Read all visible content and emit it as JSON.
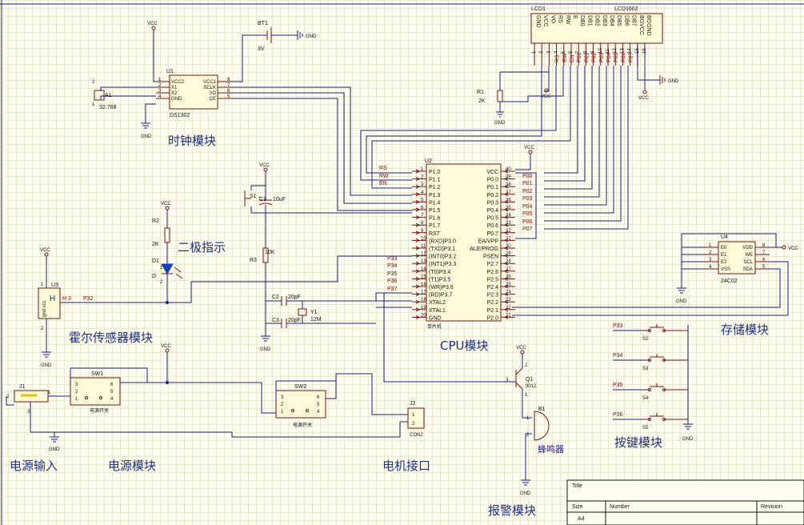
{
  "modules": {
    "clock": "时钟模块",
    "diode": "二极指示",
    "hall": "霍尔传感器模块",
    "cpu": "CPU模块",
    "storage": "存储模块",
    "power_input": "电源输入",
    "power": "电源模块",
    "motor": "电机接口",
    "keys": "按键模块",
    "alarm": "报警模块"
  },
  "nets": {
    "vcc": "VCC",
    "gnd": "GND",
    "rs": "RS",
    "rw": "RW",
    "en": "EN",
    "p00": "P00",
    "p01": "P01",
    "p02": "P02",
    "p03": "P03",
    "p04": "P04",
    "p05": "P05",
    "p06": "P06",
    "p07": "P07",
    "p32": "P32",
    "p33": "P33",
    "p34": "P34",
    "p35": "P35",
    "p36": "P36",
    "p37": "P37",
    "h3": "H 3"
  },
  "lcd": {
    "ref": "LCD1",
    "part": "LCD1602",
    "pins": [
      "GND",
      "VCC",
      "VO",
      "RS",
      "RW",
      "E",
      "DB0",
      "DB1",
      "DB2",
      "DB3",
      "DB4",
      "DB5",
      "DB6",
      "DB7",
      "BGVCC",
      "BGGND"
    ],
    "pin_numbers": [
      "1",
      "2",
      "3",
      "4",
      "5",
      "6",
      "7",
      "8",
      "9",
      "10",
      "11",
      "12",
      "13",
      "14",
      "15",
      "16"
    ],
    "nets": [
      "",
      "",
      "",
      "RS",
      "RW",
      "EN",
      "P00",
      "P01",
      "P02",
      "P03",
      "P04",
      "P05",
      "P06",
      "P07",
      "",
      ""
    ]
  },
  "rtc": {
    "ref": "U1",
    "part": "DS1302",
    "left_pins": [
      "VCC2",
      "X1",
      "X2",
      "GND"
    ],
    "left_nums": [
      "1",
      "2",
      "3",
      "4"
    ],
    "right_pins": [
      "VCC1",
      "SCLK",
      "I/O",
      "CE"
    ],
    "right_nums": [
      "8",
      "7",
      "6",
      "5"
    ]
  },
  "crystal_a1": {
    "ref": "A1",
    "value": "32.768",
    "pin1": "1",
    "pin2": "2"
  },
  "battery": {
    "ref": "BT1",
    "value": "3V"
  },
  "r1": {
    "ref": "R1",
    "value": "2K"
  },
  "r2": {
    "ref": "R2",
    "value": "2K"
  },
  "r3": {
    "ref": "R3",
    "value": "10K"
  },
  "d1": {
    "ref": "D1",
    "name": "D",
    "pin1": "1",
    "pin2": "2"
  },
  "s1": {
    "ref": "S1"
  },
  "c1": {
    "ref": "C1",
    "value": "10uF",
    "plus": "+"
  },
  "c2": {
    "ref": "C2",
    "value": "20pF"
  },
  "c3": {
    "ref": "C3",
    "value": "20pF"
  },
  "y1": {
    "ref": "Y1",
    "value": "12M"
  },
  "mcu": {
    "ref": "U2",
    "part": "单片机",
    "left_pins": [
      "P1.0",
      "P1.1",
      "P1.2",
      "P1.3",
      "P1.4",
      "P1.5",
      "P1.6",
      "P1.7",
      "RST",
      "(RXD)P3.0",
      "(TXD)P3.1",
      "(INT0)P3.2",
      "(INT1)P3.3",
      "(T0)P3.4",
      "(T1)P3.5",
      "(WR)P3.6",
      "(RD)P3.7",
      "XTAL2",
      "XTAL1",
      "GND"
    ],
    "left_nums": [
      "1",
      "2",
      "3",
      "4",
      "5",
      "6",
      "7",
      "8",
      "9",
      "10",
      "11",
      "12",
      "13",
      "14",
      "15",
      "16",
      "17",
      "18",
      "19",
      "20"
    ],
    "right_pins": [
      "VCC",
      "P0.0",
      "P0.1",
      "P0.2",
      "P0.3",
      "P0.4",
      "P0.5",
      "P0.6",
      "P0.7",
      "EA/VPP",
      "ALE/PROG",
      "PSEN",
      "P2.7",
      "P2.6",
      "P2.5",
      "P2.4",
      "P2.3",
      "P2.2",
      "P2.1",
      "P2.0"
    ],
    "right_nums": [
      "40",
      "39",
      "38",
      "37",
      "36",
      "35",
      "34",
      "33",
      "32",
      "31",
      "30",
      "29",
      "28",
      "27",
      "26",
      "25",
      "24",
      "23",
      "22",
      "21"
    ]
  },
  "eeprom": {
    "ref": "U4",
    "part": "24C02",
    "left_pins": [
      "E0",
      "E1",
      "E2",
      "VSS"
    ],
    "left_nums": [
      "1",
      "2",
      "3",
      "4"
    ],
    "right_pins": [
      "VDD",
      "WE",
      "SCL",
      "SDA"
    ],
    "right_nums": [
      "8",
      "7",
      "6",
      "5"
    ]
  },
  "hall": {
    "ref": "U3",
    "glyph": "H",
    "side": "gnd vcc",
    "pin2": "2",
    "pin1": "1"
  },
  "sw1": {
    "ref": "SW1",
    "label": "电源开关",
    "pins": [
      "3",
      "6",
      "2",
      "5",
      "1",
      "4"
    ]
  },
  "sw2": {
    "ref": "SW2",
    "label": "电源开关",
    "pins": [
      "3",
      "6",
      "2",
      "5",
      "1",
      "4"
    ]
  },
  "j1": {
    "ref": "J1",
    "pins": [
      "2",
      "1",
      "3"
    ]
  },
  "j2": {
    "ref": "J2",
    "part": "CON2",
    "pins": [
      "1",
      "2"
    ]
  },
  "q1": {
    "ref": "Q1",
    "part": "9012",
    "pins": [
      "1",
      "2",
      "3"
    ]
  },
  "b1": {
    "ref": "B1",
    "label": "蜂鸣器",
    "pins": [
      "1",
      "2"
    ]
  },
  "keys": [
    {
      "net": "P33",
      "ref": "S2"
    },
    {
      "net": "P34",
      "ref": "S3"
    },
    {
      "net": "P35",
      "ref": "S4"
    },
    {
      "net": "P36",
      "ref": "S5"
    }
  ],
  "titleblock": {
    "title": "Title",
    "size": "Size",
    "size_value": "A4",
    "number": "Number",
    "revision": "Revision"
  },
  "colors": {
    "wire": "#1a1a8c",
    "component": "#7a1010",
    "heading": "#1c2f8a",
    "body_fill": "#fffbd8"
  }
}
